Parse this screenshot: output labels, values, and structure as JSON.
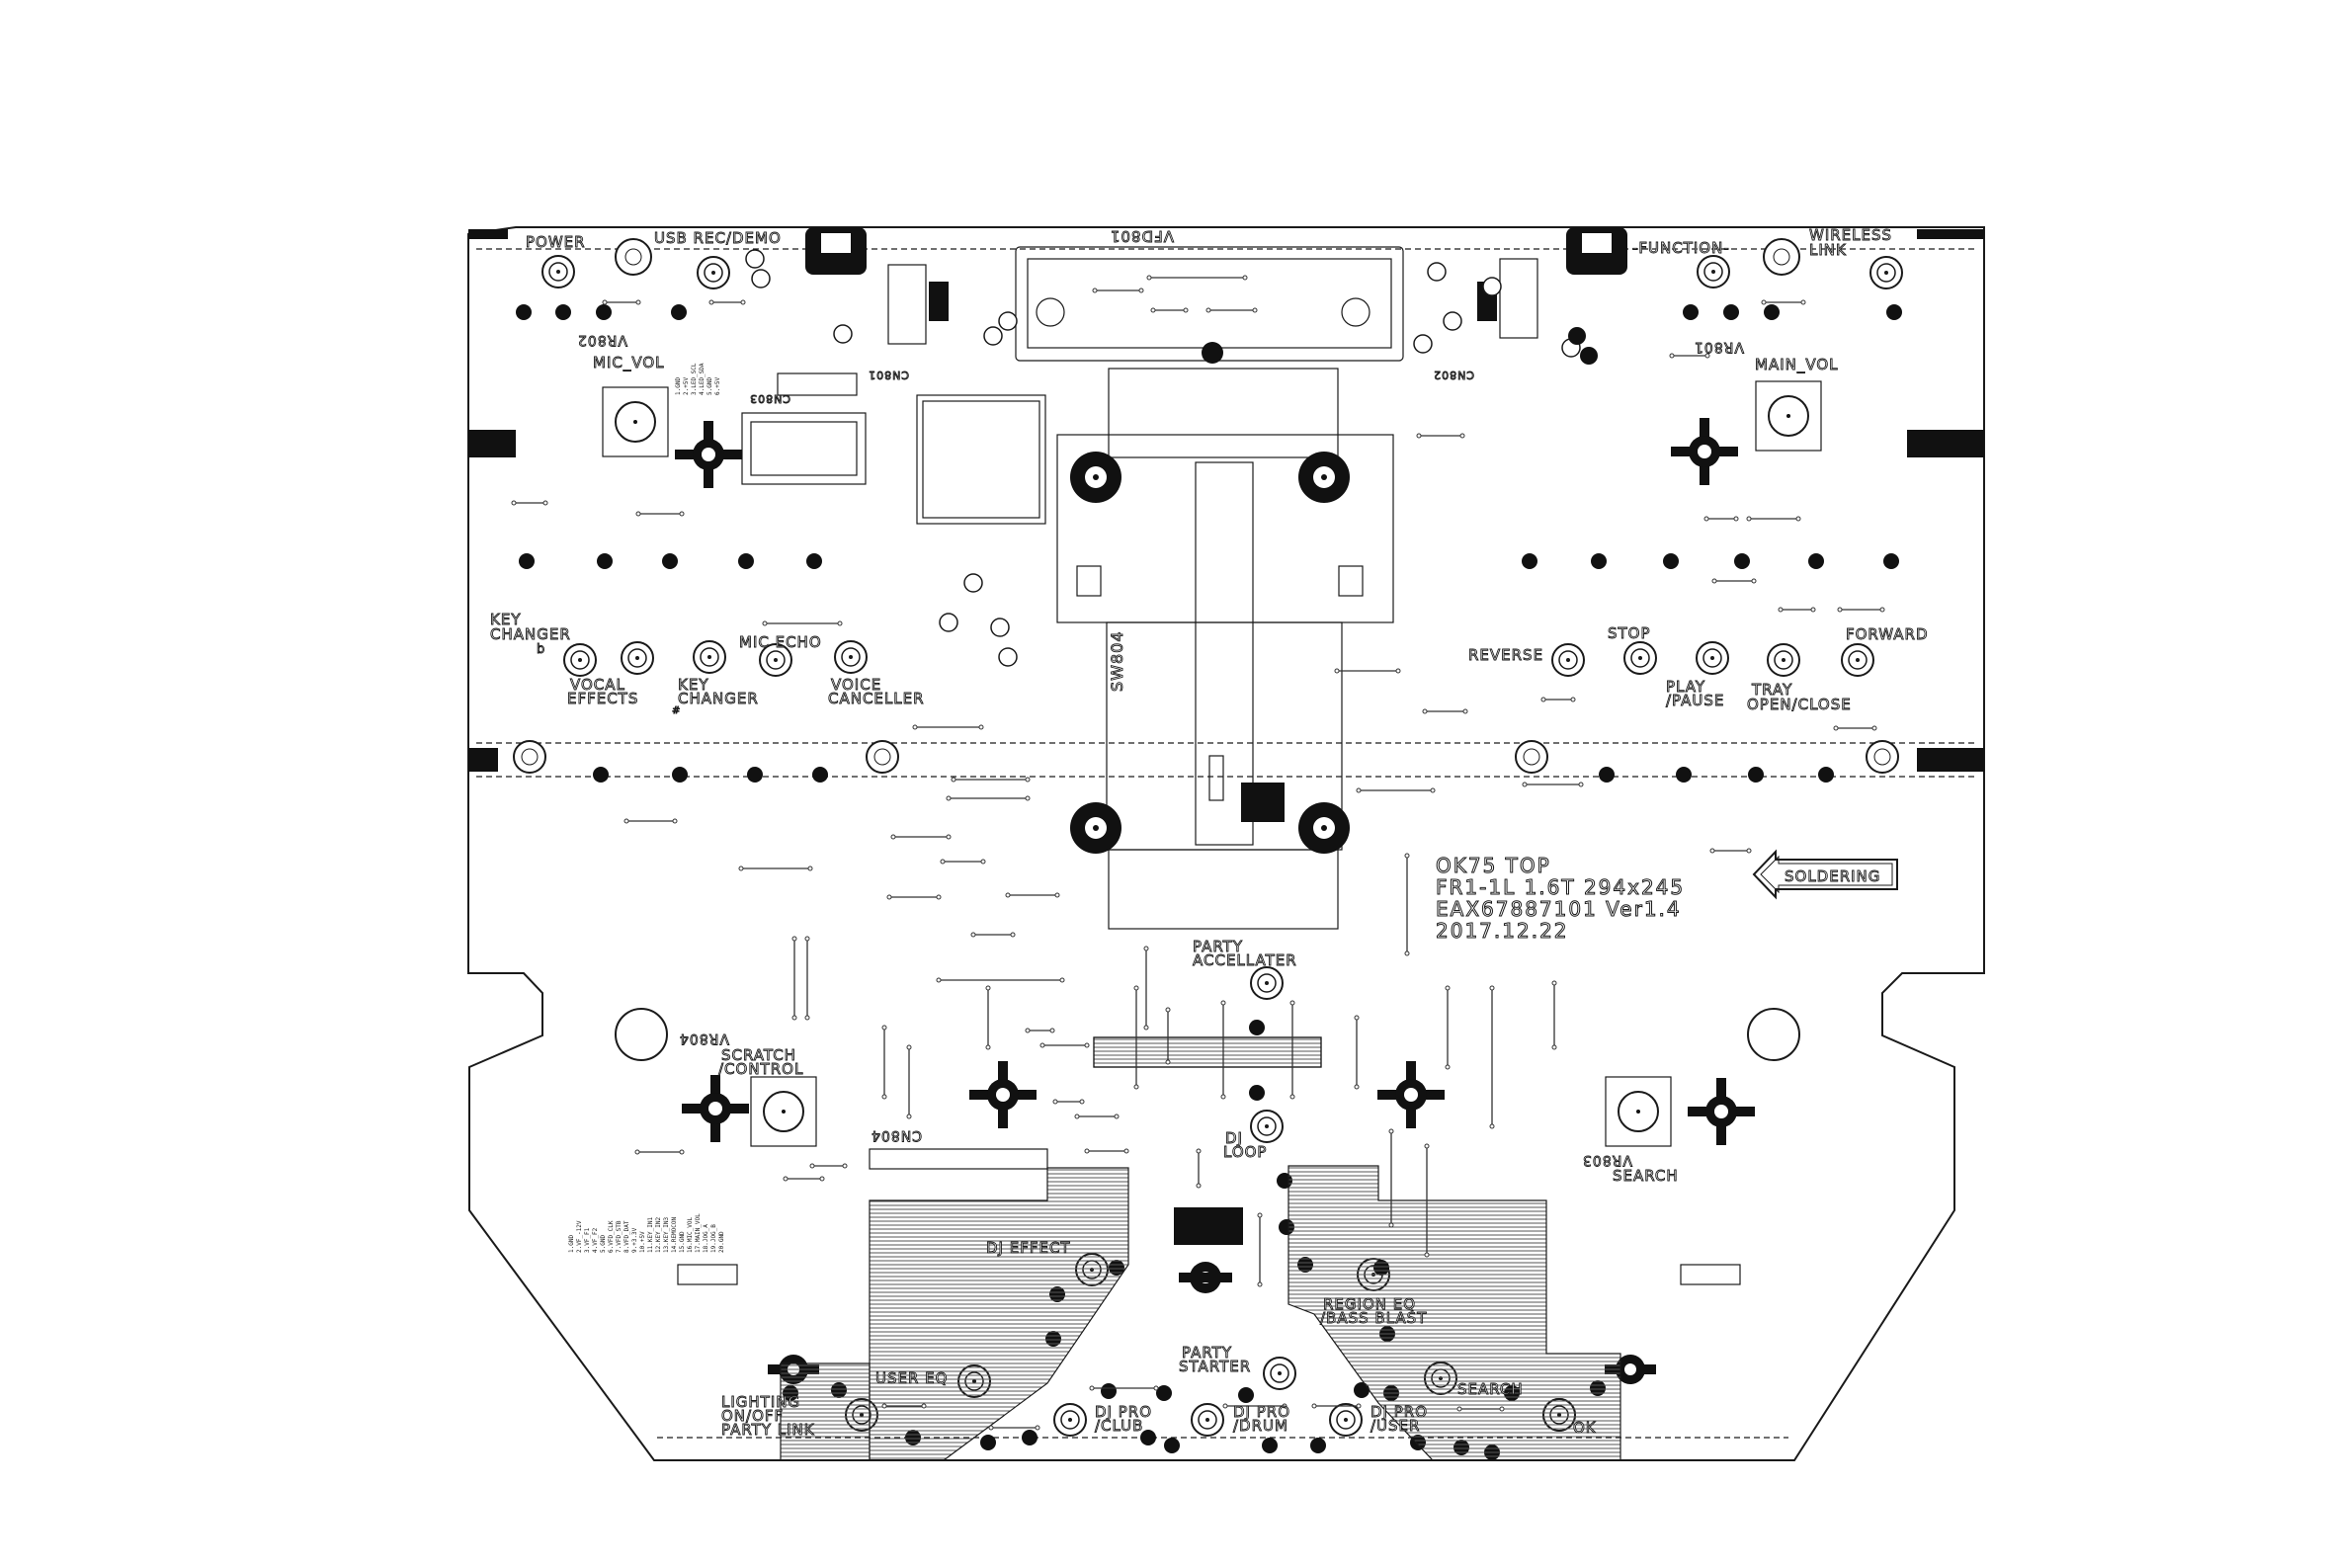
{
  "board": {
    "info_lines": [
      "OK75 TOP",
      "FR1-1L 1.6T 294x245",
      "EAX67887101 Ver1.4",
      "2017.12.22"
    ],
    "soldering_label": "SOLDERING"
  },
  "labels": [
    {
      "id": "power",
      "text": "POWER"
    },
    {
      "id": "usb-rec-demo",
      "text": "USB REC/DEMO"
    },
    {
      "id": "function",
      "text": "-FUNCTION-"
    },
    {
      "id": "wireless",
      "text": "WIRELESS"
    },
    {
      "id": "link",
      "text": "LINK"
    },
    {
      "id": "vfd801",
      "text": "VFD801"
    },
    {
      "id": "vr802",
      "text": "VR802"
    },
    {
      "id": "mic-vol",
      "text": "MIC_VOL"
    },
    {
      "id": "vr801",
      "text": "VR801"
    },
    {
      "id": "main-vol",
      "text": "MAIN_VOL"
    },
    {
      "id": "cn803",
      "text": "CN803"
    },
    {
      "id": "cn801",
      "text": "CN801"
    },
    {
      "id": "cn802",
      "text": "CN802"
    },
    {
      "id": "key-changer-b-1",
      "text": "KEY"
    },
    {
      "id": "key-changer-b-2",
      "text": "CHANGER"
    },
    {
      "id": "key-changer-b-3",
      "text": "b"
    },
    {
      "id": "vocal",
      "text": "VOCAL"
    },
    {
      "id": "effects",
      "text": "EFFECTS"
    },
    {
      "id": "key-changer-s-1",
      "text": "KEY"
    },
    {
      "id": "key-changer-s-2",
      "text": "CHANGER"
    },
    {
      "id": "key-changer-s-3",
      "text": "#"
    },
    {
      "id": "mic-echo",
      "text": "MIC ECHO"
    },
    {
      "id": "voice",
      "text": "VOICE"
    },
    {
      "id": "canceller",
      "text": "CANCELLER"
    },
    {
      "id": "sw804",
      "text": "SW804"
    },
    {
      "id": "reverse",
      "text": "REVERSE"
    },
    {
      "id": "stop",
      "text": "STOP"
    },
    {
      "id": "play",
      "text": "PLAY"
    },
    {
      "id": "pause",
      "text": "/PAUSE"
    },
    {
      "id": "tray",
      "text": "TRAY"
    },
    {
      "id": "open-close",
      "text": "OPEN/CLOSE"
    },
    {
      "id": "forward",
      "text": "FORWARD"
    },
    {
      "id": "party-accel-1",
      "text": "PARTY"
    },
    {
      "id": "party-accel-2",
      "text": "ACCELLATER"
    },
    {
      "id": "vr804",
      "text": "VR804"
    },
    {
      "id": "scratch",
      "text": "SCRATCH"
    },
    {
      "id": "control",
      "text": "/CONTROL"
    },
    {
      "id": "cn804",
      "text": "CN804"
    },
    {
      "id": "dj-loop-1",
      "text": "DJ"
    },
    {
      "id": "dj-loop-2",
      "text": "LOOP"
    },
    {
      "id": "vr803",
      "text": "VR803"
    },
    {
      "id": "search-vr",
      "text": "SEARCH"
    },
    {
      "id": "dj-effect",
      "text": "DJ EFFECT"
    },
    {
      "id": "region-eq",
      "text": "REGION EQ"
    },
    {
      "id": "bass-blast",
      "text": "/BASS BLAST"
    },
    {
      "id": "party-starter-1",
      "text": "PARTY"
    },
    {
      "id": "party-starter-2",
      "text": "STARTER"
    },
    {
      "id": "user-eq",
      "text": "USER EQ"
    },
    {
      "id": "search-btn",
      "text": "SEARCH"
    },
    {
      "id": "lighting",
      "text": "LIGHTING"
    },
    {
      "id": "on-off",
      "text": "ON/OFF"
    },
    {
      "id": "party-link",
      "text": "PARTY LINK"
    },
    {
      "id": "dj-pro-club-1",
      "text": "DJ PRO"
    },
    {
      "id": "dj-pro-club-2",
      "text": "/CLUB"
    },
    {
      "id": "dj-pro-drum-1",
      "text": "DJ PRO"
    },
    {
      "id": "dj-pro-drum-2",
      "text": "/DRUM"
    },
    {
      "id": "dj-pro-user-1",
      "text": "DJ PRO"
    },
    {
      "id": "dj-pro-user-2",
      "text": "/USER"
    },
    {
      "id": "ok",
      "text": "OK"
    }
  ],
  "cn803_pins": [
    "1.GND",
    "2.+5V",
    "3.LED_SCL",
    "4.LED_SDA",
    "5.GND",
    "6.+5V"
  ],
  "cn804_pins": [
    "1.GND",
    "2.VF_-12V",
    "3.VF_F1",
    "4.VF_F2",
    "5.GND",
    "6.VFD_CLK",
    "7.VFD_STB",
    "8.VFD_DAT",
    "9.+3.3V",
    "10.+5V",
    "11.KEY_IN1",
    "12.KEY_IN2",
    "13.KEY_IN3",
    "14.REMOCON",
    "15.GND",
    "16.MIC_VOL",
    "17.MAIN_VOL",
    "18.JOG_A",
    "19.JOG_B",
    "20.GND"
  ]
}
